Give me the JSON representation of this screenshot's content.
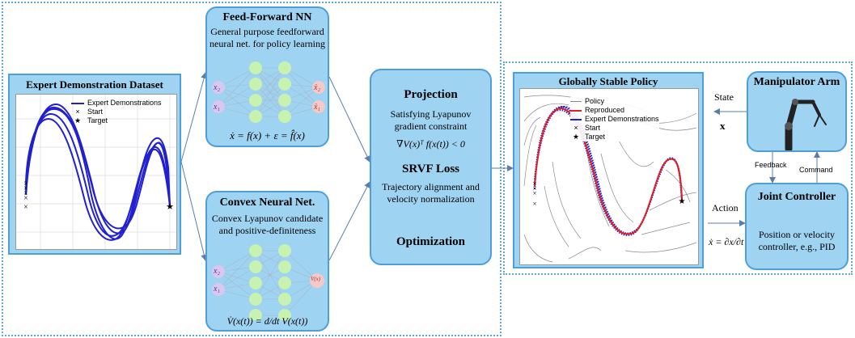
{
  "left_panel": {
    "title": "Expert Demonstration Dataset",
    "legend": {
      "expert": "Expert Demonstrations",
      "start": "Start",
      "target": "Target"
    }
  },
  "ffnn_panel": {
    "title": "Feed-Forward NN",
    "desc_line1": "General purpose feedforward",
    "desc_line2": "neural net. for policy learning",
    "inputs": [
      "x₂",
      "x₁"
    ],
    "outputs": [
      "ẋ₂",
      "ẋ₁"
    ],
    "equation": "ẋ = f(x) + ε = f̂(x)"
  },
  "cnn_panel": {
    "title": "Convex Neural Net.",
    "desc_line1": "Convex Lyapunov candidate",
    "desc_line2": "and positive-definiteness",
    "inputs": [
      "x₂",
      "x₁"
    ],
    "output": "V(x)",
    "equation": "V̇(x(t)) = d/dt V(x(t))"
  },
  "center_panel": {
    "projection_title": "Projection",
    "projection_line1": "Satisfying Lyapunov",
    "projection_line2": "gradient constraint",
    "projection_eq": "∇V(x)ᵀ f(x(t)) < 0",
    "srvf_title": "SRVF Loss",
    "srvf_line1": "Trajectory alignment and",
    "srvf_line2": "velocity normalization",
    "optim_title": "Optimization"
  },
  "policy_panel": {
    "title": "Globally Stable Policy",
    "legend": {
      "policy": "Policy",
      "reproduced": "Reproduced",
      "expert": "Expert Demonstrations",
      "start": "Start",
      "target": "Target"
    }
  },
  "arm_panel": {
    "title": "Manipulator Arm"
  },
  "joint_panel": {
    "title": "Joint Controller",
    "line1": "Position or velocity",
    "line2": "controller, e.g., PID"
  },
  "labels": {
    "state": "State",
    "state_var": "x",
    "action": "Action",
    "action_eq": "ẋ = ∂x/∂t",
    "feedback": "Feedback",
    "command": "Command"
  },
  "colors": {
    "panel": "#9fd3f2",
    "border": "#4f9fd6",
    "expert": "#2020d0",
    "reproduced": "#e02020",
    "node": "#c8f2b0",
    "input_node": "#d8c8f0",
    "output_node": "#f6c8c8"
  }
}
